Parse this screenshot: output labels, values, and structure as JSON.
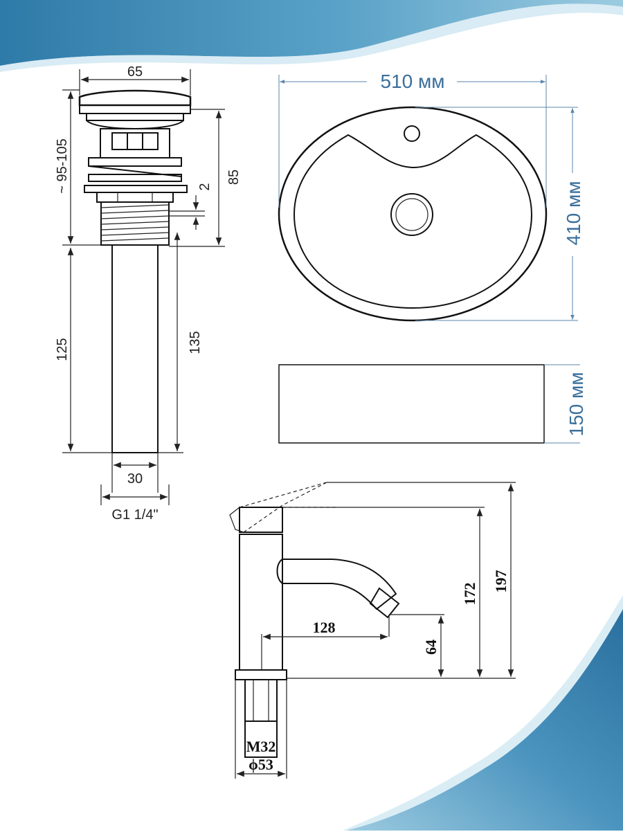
{
  "drain": {
    "dim_top_width": "65",
    "dim_height_range": "~ 95-105",
    "dim_upper": "85",
    "dim_gap": "2",
    "dim_pipe": "125",
    "dim_pipe_total": "135",
    "dim_pipe_width": "30",
    "thread_label": "G1 1/4\""
  },
  "basin": {
    "dim_width": "510 мм",
    "dim_depth": "410 мм",
    "dim_height": "150 мм"
  },
  "faucet": {
    "dim_reach": "128",
    "dim_spout_height": "64",
    "dim_body_height": "172",
    "dim_total_height": "197",
    "thread_label": "M32",
    "base_label": "ϕ53"
  },
  "colors": {
    "wave_dark": "#2e7aa8",
    "wave_light": "#8fc3dc",
    "accent_text": "#3a6f9c"
  }
}
